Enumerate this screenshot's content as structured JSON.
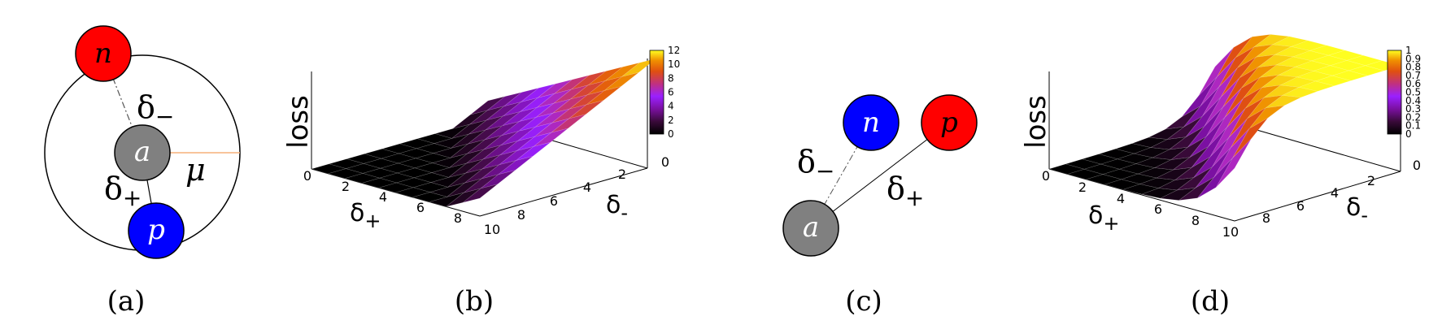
{
  "panels": {
    "a": {
      "caption": "(a)",
      "nodes": {
        "anchor": "a",
        "negative": "n",
        "positive": "p"
      },
      "labels": {
        "delta_minus": "δ",
        "delta_minus_sub": "−",
        "delta_plus": "δ",
        "delta_plus_sub": "+",
        "margin": "μ"
      }
    },
    "b": {
      "caption": "(b)",
      "zlabel": "loss",
      "xlabel": "δ",
      "xlabel_sub": "+",
      "ylabel": "δ",
      "ylabel_sub": "-",
      "xticks": [
        "0",
        "2",
        "4",
        "6",
        "8"
      ],
      "yticks": [
        "10",
        "8",
        "6",
        "4",
        "2",
        "0"
      ],
      "colorbar_ticks": [
        "12",
        "10",
        "8",
        "6",
        "4",
        "2",
        "0"
      ]
    },
    "c": {
      "caption": "(c)",
      "nodes": {
        "anchor": "a",
        "negative": "n",
        "positive": "p"
      },
      "labels": {
        "delta_minus": "δ",
        "delta_minus_sub": "−",
        "delta_plus": "δ",
        "delta_plus_sub": "+"
      }
    },
    "d": {
      "caption": "(d)",
      "zlabel": "loss",
      "xlabel": "δ",
      "xlabel_sub": "+",
      "ylabel": "δ",
      "ylabel_sub": "-",
      "xticks": [
        "0",
        "2",
        "4",
        "6",
        "8"
      ],
      "yticks": [
        "10",
        "8",
        "6",
        "4",
        "2",
        "0"
      ],
      "colorbar_ticks": [
        "1",
        "0.9",
        "0.8",
        "0.7",
        "0.6",
        "0.5",
        "0.4",
        "0.3",
        "0.2",
        "0.1",
        "0"
      ]
    }
  },
  "colors": {
    "negative_node": "#ff0000",
    "positive_node": "#0000ff",
    "anchor_node": "#808080",
    "margin_line": "#f5b07a",
    "colormap": [
      "#000000",
      "#3a0a3a",
      "#7a10a0",
      "#9a20ff",
      "#c03080",
      "#e05010",
      "#f09000",
      "#ffff20"
    ]
  },
  "chart_data": [
    {
      "type": "surface",
      "panel": "b",
      "zlabel": "loss",
      "xlabel": "δ+",
      "ylabel": "δ-",
      "x": [
        0,
        1,
        2,
        3,
        4,
        5,
        6,
        7,
        8,
        9,
        10
      ],
      "y": [
        0,
        1,
        2,
        3,
        4,
        5,
        6,
        7,
        8,
        9,
        10
      ],
      "zlim": [
        0,
        12
      ],
      "function": "max(0, δ+ − δ− + margin)",
      "margin": 2,
      "colorbar": [
        0,
        12
      ]
    },
    {
      "type": "surface",
      "panel": "d",
      "zlabel": "loss",
      "xlabel": "δ+",
      "ylabel": "δ-",
      "x": [
        0,
        1,
        2,
        3,
        4,
        5,
        6,
        7,
        8,
        9,
        10
      ],
      "y": [
        0,
        1,
        2,
        3,
        4,
        5,
        6,
        7,
        8,
        9,
        10
      ],
      "zlim": [
        0,
        1
      ],
      "function": "sigmoid-shaped loss rising with δ+ − δ−",
      "colorbar": [
        0,
        1
      ]
    }
  ]
}
